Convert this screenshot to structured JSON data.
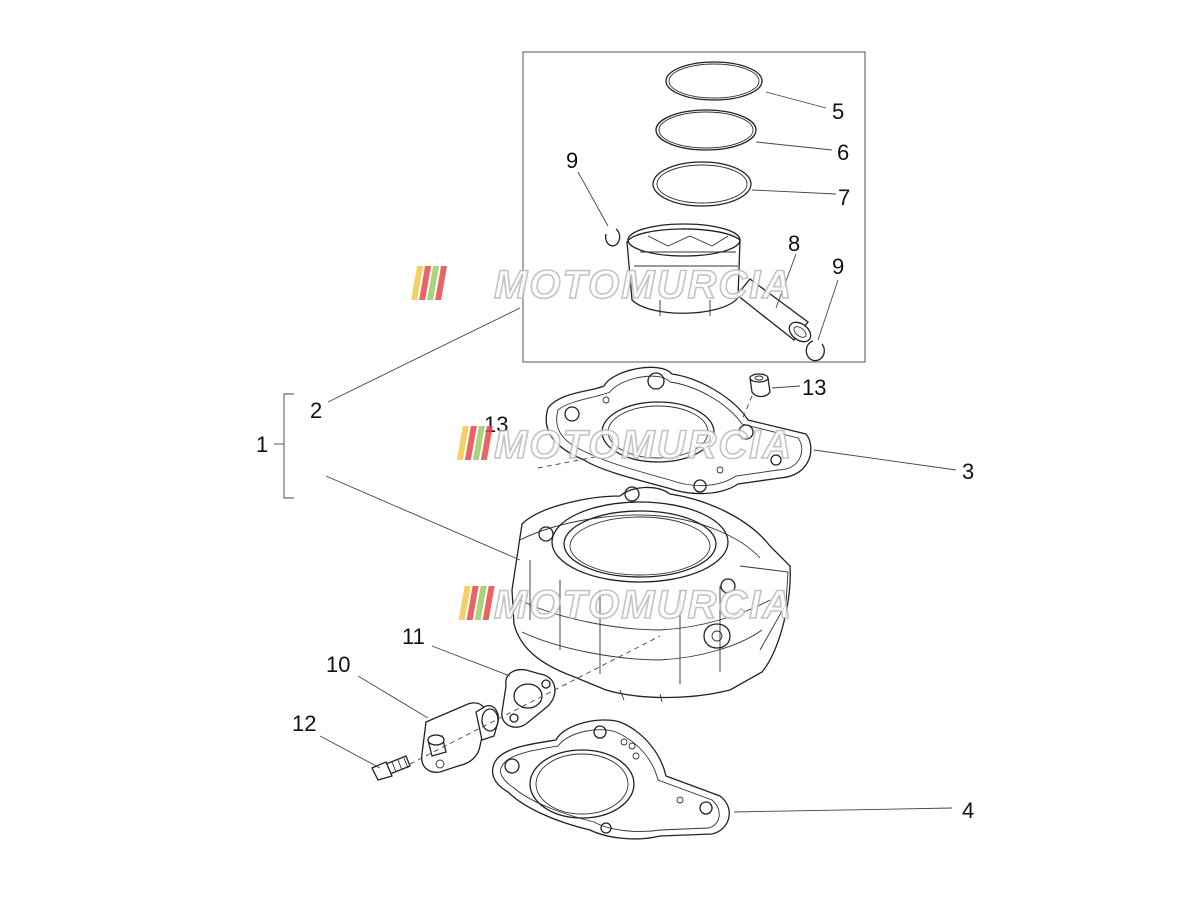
{
  "callouts": {
    "c1": "1",
    "c2": "2",
    "c3": "3",
    "c4": "4",
    "c5": "5",
    "c6": "6",
    "c7": "7",
    "c8": "8",
    "c9a": "9",
    "c9b": "9",
    "c10": "10",
    "c11": "11",
    "c12": "12",
    "c13a": "13",
    "c13b": "13"
  },
  "watermark": {
    "text": "MOTOMURCIA",
    "stripe_colors": [
      "#f2c94c",
      "#e84a4a",
      "#9ccc65",
      "#e84a4a"
    ]
  }
}
